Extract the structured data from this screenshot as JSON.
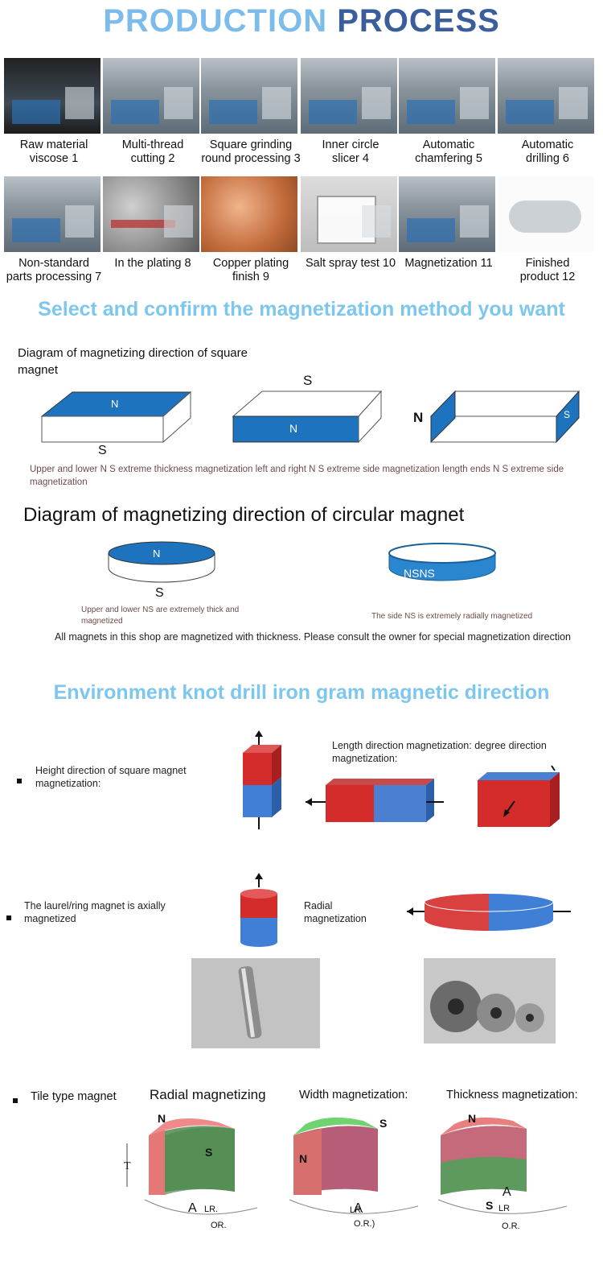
{
  "header": {
    "title_part1": "PRODUCTION",
    "title_part2": "PROCESS"
  },
  "process": [
    {
      "line1": "Raw material",
      "line2": "viscose 1"
    },
    {
      "line1": "Multi-thread",
      "line2": "cutting 2"
    },
    {
      "line1": "Square grinding",
      "line2": "round processing 3"
    },
    {
      "line1": "Inner circle",
      "line2": "slicer 4"
    },
    {
      "line1": "Automatic",
      "line2": "chamfering 5"
    },
    {
      "line1": "Automatic",
      "line2": "drilling 6"
    },
    {
      "line1": "Non-standard",
      "line2": "parts processing 7"
    },
    {
      "line1": "In the plating 8",
      "line2": ""
    },
    {
      "line1": "Copper plating",
      "line2": "finish 9"
    },
    {
      "line1": "Salt spray test 10",
      "line2": ""
    },
    {
      "line1": "Magnetization 11",
      "line2": ""
    },
    {
      "line1": "Finished",
      "line2": "product 12"
    }
  ],
  "section1": {
    "title": "Select and confirm the magnetization method you want",
    "square_heading_l1": "Diagram of magnetizing direction of square",
    "square_heading_l2": "magnet",
    "square_note_l1": "Upper and lower N S extreme thickness magnetization left and right N S extreme side magnetization length ends N S extreme side",
    "square_note_l2": "magnetization",
    "label_n": "N",
    "label_s": "S",
    "circular_heading": "Diagram of magnetizing direction of circular magnet",
    "circ_note1_l1": "Upper and lower NS are extremely thick and",
    "circ_note1_l2": "magnetized",
    "circ_note2": "The side NS is extremely radially magnetized",
    "ring_label": "NSNS",
    "all_note": "All magnets in this shop are magnetized with thickness. Please consult the owner for special magnetization direction"
  },
  "section2": {
    "title": "Environment knot drill iron gram magnetic direction",
    "height_l1": "Height direction of square magnet",
    "height_l2": "magnetization:",
    "length_l1": "Length direction magnetization: degree direction",
    "length_l2": "magnetization:",
    "ring_l1": "The laurel/ring magnet is axially",
    "ring_l2": "magnetized",
    "radial_l1": "Radial",
    "radial_l2": "magnetization",
    "tile": "Tile type magnet",
    "tile_radial": "Radial magnetizing",
    "tile_width": "Width magnetization:",
    "tile_thick": "Thickness magnetization:",
    "t_label": "T",
    "a_label": "A",
    "lr1": "LR.",
    "or1": "OR.",
    "lr2": "LR.",
    "or2": "O.R.)",
    "lr3": "LR",
    "or3": "O.R."
  },
  "colors": {
    "title_light": "#7dbcea",
    "title_dark": "#3a5e9c",
    "section": "#7dc7ef",
    "magnet_blue": "#1e73be",
    "magnet_red": "#d42b2b"
  }
}
